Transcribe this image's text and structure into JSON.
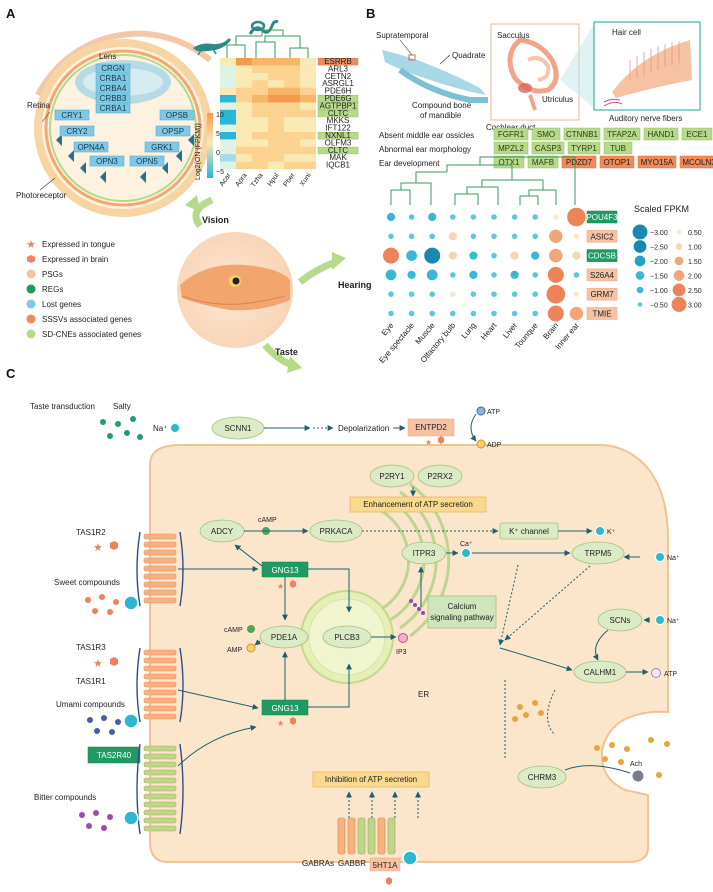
{
  "panels": {
    "a": "A",
    "b": "B",
    "c": "C"
  },
  "eye": {
    "lens": "Lens",
    "retina": "Retina",
    "photoreceptor": "Photoreceptor",
    "lens_genes": [
      "CRGN",
      "CRBA1",
      "CRBA4",
      "CRBB3",
      "CRBA1"
    ],
    "retina_left": [
      "CRY1",
      "CRY2",
      "OPN4A",
      "OPN3"
    ],
    "retina_right": [
      "OPSB",
      "OPSP",
      "GRK1",
      "OPN5"
    ]
  },
  "heatmap": {
    "legend_title": "Log2(ON (FPKM))",
    "legend_ticks": [
      "10",
      "5",
      "0",
      "−5"
    ],
    "species": [
      "Acar",
      "Apra",
      "Tzha",
      "Hpul",
      "Pber",
      "Xuni"
    ],
    "genes": [
      "ESRRB",
      "ARL3",
      "CETN2",
      "ASRGL1",
      "PDE6H",
      "PDE6G",
      "AGTPBP1",
      "CLTC",
      "MKKS",
      "IFT122",
      "NXNL1",
      "OLFM3",
      "CLTC",
      "MAK",
      "IQCB1"
    ],
    "gene_colors": [
      "orange",
      "none",
      "none",
      "none",
      "none",
      "green",
      "green",
      "green",
      "none",
      "none",
      "green",
      "none",
      "green",
      "none",
      "none"
    ]
  },
  "legend": {
    "items": [
      {
        "label": "Expressed in tongue",
        "color": "#f08060",
        "shape": "star"
      },
      {
        "label": "Expressed in brain",
        "color": "#f08060",
        "shape": "hex"
      },
      {
        "label": "PSGs",
        "color": "#f6c2a2",
        "shape": "circle"
      },
      {
        "label": "REGs",
        "color": "#1f9a63",
        "shape": "circle"
      },
      {
        "label": "Lost genes",
        "color": "#7fc8e6",
        "shape": "circle"
      },
      {
        "label": "SSSVs associated genes",
        "color": "#f08a5a",
        "shape": "circle"
      },
      {
        "label": "SD-CNEs associated genes",
        "color": "#b6d98a",
        "shape": "circle"
      }
    ]
  },
  "senses": {
    "vision": "Vision",
    "hearing": "Hearing",
    "taste": "Taste"
  },
  "ear": {
    "supratemporal": "Supratemporal",
    "quadrate": "Quadrate",
    "compound_bone": "Compound bone",
    "of_mandible": "of mandible",
    "sacculus": "Sacculus",
    "utriculus": "Utriculus",
    "cochlear_duct": "Cochlear duct",
    "hair_cell": "Hair cell",
    "auditory_nerve": "Auditory nerve fibers"
  },
  "phenotypes": [
    {
      "label": "Absent middle ear ossicles",
      "genes": [
        {
          "n": "FGFR1",
          "c": "green"
        },
        {
          "n": "SMO",
          "c": "green"
        },
        {
          "n": "CTNNB1",
          "c": "green"
        },
        {
          "n": "TFAP2A",
          "c": "green"
        },
        {
          "n": "HAND1",
          "c": "green"
        },
        {
          "n": "ECE1",
          "c": "green"
        }
      ]
    },
    {
      "label": "Abnormal ear morphology",
      "genes": [
        {
          "n": "MPZL2",
          "c": "green"
        },
        {
          "n": "CASP3",
          "c": "green"
        },
        {
          "n": "TYRP1",
          "c": "green"
        },
        {
          "n": "TUB",
          "c": "green"
        }
      ]
    },
    {
      "label": "Ear development",
      "genes": [
        {
          "n": "OTX1",
          "c": "green"
        },
        {
          "n": "MAFB",
          "c": "green"
        },
        {
          "n": "PDZD7",
          "c": "orange"
        },
        {
          "n": "OTOP1",
          "c": "orange"
        },
        {
          "n": "MYO15A",
          "c": "orange"
        },
        {
          "n": "MCOLN3",
          "c": "orange"
        }
      ]
    }
  ],
  "bubble": {
    "tissues": [
      "Eye",
      "Eye spectacle",
      "Muscle",
      "Olfactory bulb",
      "Lung",
      "Heart",
      "Liver",
      "Tounque",
      "Brain",
      "Inner ear"
    ],
    "genes": [
      {
        "n": "POU4F3",
        "c": "dkgreen",
        "v": [
          -1.0,
          -0.5,
          -1.0,
          -0.5,
          -0.5,
          -0.5,
          -0.5,
          -0.5,
          0.5,
          3.0
        ]
      },
      {
        "n": "ASIC2",
        "c": "pink",
        "v": [
          -0.5,
          -0.5,
          -0.5,
          1.0,
          -0.5,
          -0.5,
          -0.5,
          -0.5,
          2.0,
          0.5
        ]
      },
      {
        "n": "CDCSB",
        "c": "dkgreen",
        "v": [
          2.5,
          -1.5,
          -2.5,
          1.0,
          -1.0,
          -0.5,
          1.0,
          -1.0,
          2.0,
          1.0
        ]
      },
      {
        "n": "S26A4",
        "c": "pink",
        "v": [
          -1.5,
          -1.0,
          -1.5,
          -0.5,
          -1.0,
          -0.5,
          -1.0,
          -0.5,
          2.5,
          -0.5
        ]
      },
      {
        "n": "GRM7",
        "c": "pink",
        "v": [
          -0.5,
          -0.5,
          -0.5,
          0.5,
          -0.5,
          -0.5,
          -0.5,
          -0.5,
          3.0,
          0.5
        ]
      },
      {
        "n": "TMIE",
        "c": "pink",
        "v": [
          -0.5,
          -0.5,
          -0.5,
          -0.5,
          -0.5,
          -0.5,
          -0.5,
          -0.5,
          2.5,
          2.0
        ]
      }
    ],
    "scale_title": "Scaled FPKM",
    "scale_left": [
      "−3.00",
      "−2.50",
      "−2.00",
      "−1.50",
      "−1.00",
      "−0.50"
    ],
    "scale_right": [
      "0.50",
      "1.00",
      "1.50",
      "2.00",
      "2.50",
      "3.00"
    ]
  },
  "taste": {
    "transduction": "Taste transduction",
    "salty": "Salty",
    "na": "Na⁺",
    "scnn1": "SCNN1",
    "depolarization": "Depolarization",
    "entpd2": "ENTPD2",
    "atp": "ATP",
    "adp": "ADP",
    "p2ry1": "P2RY1",
    "p2rx2": "P2RX2",
    "enhancement": "Enhancement of ATP secretion",
    "adcy": "ADCY",
    "camp": "cAMP",
    "prkaca": "PRKACA",
    "kchannel": "K⁺ channel",
    "kplus": "K⁺",
    "tas1r2": "TAS1R2",
    "gnb3a": "GNG13",
    "itpr3": "ITPR3",
    "ca": "Ca⁺",
    "trpm5": "TRPM5",
    "na2": "Na⁺",
    "sweet": "Sweet  compounds",
    "pde1a": "PDE1A",
    "plcb3": "PLCB3",
    "ip3": "IP3",
    "calcium": "Calcium",
    "signaling": "signaling pathway",
    "camp2": "cAMP",
    "amp": "AMP",
    "er": "ER",
    "scns": "SCNs",
    "na3": "Na⁺",
    "calhm1": "CALHM1",
    "atp2": "ATP",
    "tas1r3": "TAS1R3",
    "tas1r1": "TAS1R1",
    "umami": "Umami compounds",
    "gnb3b": "GNG13",
    "tas2r40": "TAS2R40",
    "bitter": "Bitter compounds",
    "inhibition": "Inhibition of ATP secretion",
    "ach": "Ach",
    "chrm3": "CHRM3",
    "gabras": "GABRAs",
    "gabbr": "GABBR",
    "ht1a": "5HT1A"
  }
}
